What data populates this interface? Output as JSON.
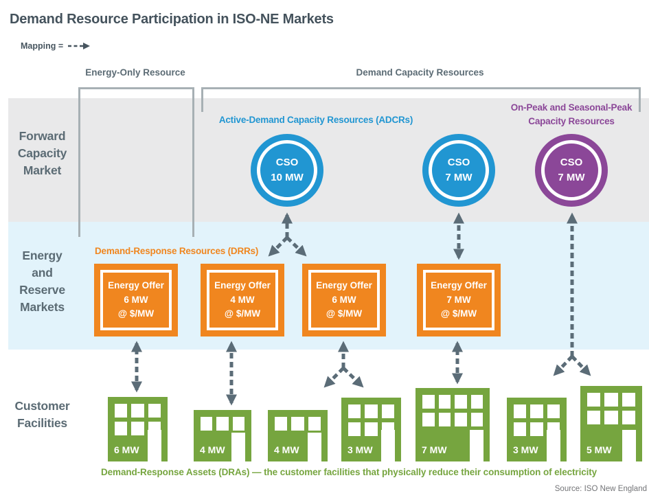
{
  "title": "Demand Resource Participation in ISO-NE Markets",
  "mapping_legend": "Mapping =",
  "column_headers": {
    "energy_only": "Energy-Only Resource",
    "demand_capacity": "Demand Capacity Resources"
  },
  "market_rows": {
    "forward_capacity": "Forward\nCapacity\nMarket",
    "energy_reserve": "Energy\nand\nReserve\nMarkets",
    "customer_facilities": "Customer\nFacilities"
  },
  "group_labels": {
    "adcr": "Active-Demand Capacity Resources (ADCRs)",
    "on_peak": "On-Peak and Seasonal-Peak\nCapacity Resources",
    "drr": "Demand-Response Resources (DRRs)"
  },
  "cso_circles": [
    {
      "line1": "CSO",
      "line2": "10 MW",
      "color": "#2196d2"
    },
    {
      "line1": "CSO",
      "line2": "7 MW",
      "color": "#2196d2"
    },
    {
      "line1": "CSO",
      "line2": "7 MW",
      "color": "#8b4798"
    }
  ],
  "energy_offers": [
    {
      "line1": "Energy Offer",
      "line2": "6 MW",
      "line3": "@ $/MW"
    },
    {
      "line1": "Energy Offer",
      "line2": "4 MW",
      "line3": "@ $/MW"
    },
    {
      "line1": "Energy Offer",
      "line2": "6 MW",
      "line3": "@ $/MW"
    },
    {
      "line1": "Energy Offer",
      "line2": "7 MW",
      "line3": "@ $/MW"
    }
  ],
  "buildings": [
    {
      "label": "6 MW",
      "window_rows": 2,
      "window_cols": 3
    },
    {
      "label": "4 MW",
      "window_rows": 1,
      "window_cols": 3
    },
    {
      "label": "4 MW",
      "window_rows": 1,
      "window_cols": 3
    },
    {
      "label": "3 MW",
      "window_rows": 2,
      "window_cols": 3
    },
    {
      "label": "7 MW",
      "window_rows": 2,
      "window_cols": 4
    },
    {
      "label": "3 MW",
      "window_rows": 2,
      "window_cols": 3
    },
    {
      "label": "5 MW",
      "window_rows": 2,
      "window_cols": 3
    }
  ],
  "caption": "Demand-Response Assets (DRAs) — the customer facilities that physically reduce their consumption of electricity",
  "source": "Source: ISO New England",
  "colors": {
    "adcr_blue": "#2196d2",
    "on_peak_purple": "#8b4798",
    "drr_orange": "#f0861f",
    "dra_green": "#76a53f",
    "slate_text": "#5b6b74",
    "arrow_gray": "#5b6c77",
    "fcm_band": "#e9e9ea",
    "erm_band": "#e2f3fb"
  }
}
